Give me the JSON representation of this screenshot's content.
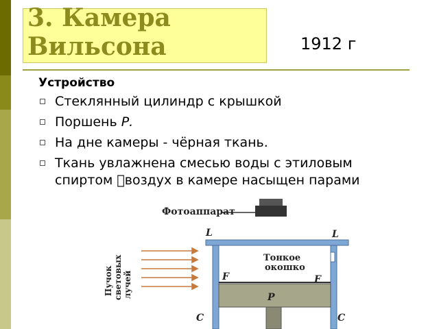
{
  "slide": {
    "title": "3. Камера Вильсона",
    "year": "1912 г",
    "section_heading": "Устройство",
    "bullets": [
      {
        "text": "Стеклянный цилиндр с крышкой"
      },
      {
        "text": "Поршень ",
        "italic": "Р."
      },
      {
        "text": "На дне камеры - чёрная ткань."
      },
      {
        "text": "Ткань увлажнена смесью воды с этиловым спиртом воздух в камере насыщен парами"
      }
    ]
  },
  "figure": {
    "camera_label": "Фотоаппарат",
    "beam_label_lines": [
      "Пучок",
      "световых",
      "лучей"
    ],
    "window_label_lines": [
      "Тонкое",
      "окошко"
    ],
    "label_L": "L",
    "label_F": "F",
    "label_P": "Р",
    "label_C": "С",
    "colors": {
      "glass": "#7fa7d6",
      "piston": "#a6a68a",
      "rays": "#c87a3c"
    }
  }
}
